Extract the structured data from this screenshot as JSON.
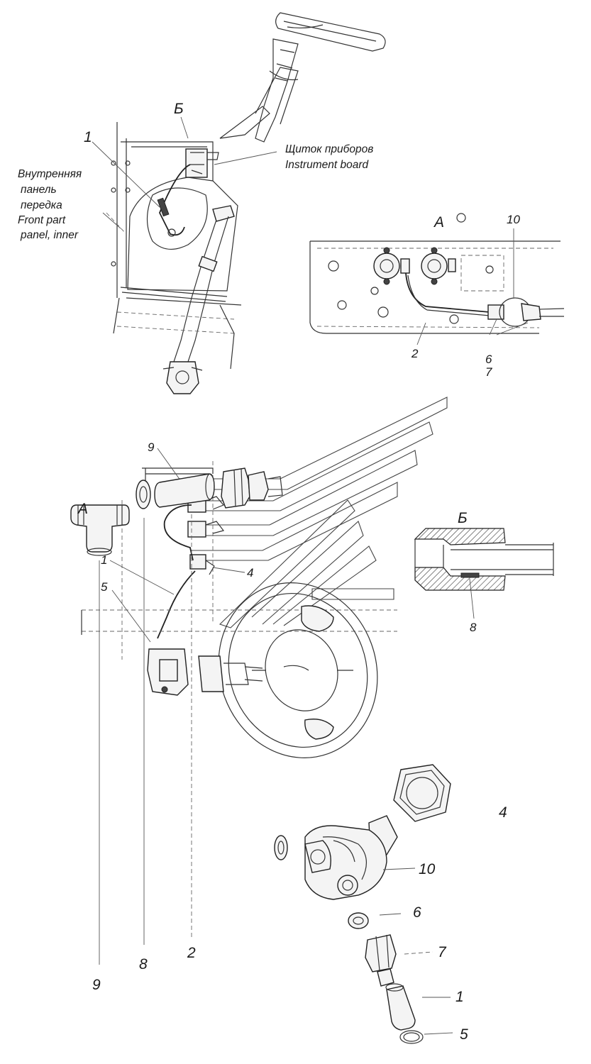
{
  "labels": {
    "view_b_top": "Б",
    "view_b_right": "Б",
    "view_a_top": "A",
    "view_a_left": "A",
    "instrument_board_ru": "Щиток приборов",
    "instrument_board_en": "Instrument board",
    "front_panel_ru_line1": "Внутренняя",
    "front_panel_ru_line2": "панель",
    "front_panel_ru_line3": "передка",
    "front_panel_en_line1": "Front part",
    "front_panel_en_line2": "panel, inner"
  },
  "callouts": {
    "top_1": "1",
    "a_10": "10",
    "a_2": "2",
    "a_6": "6",
    "a_7": "7",
    "mid_9": "9",
    "mid_1": "1",
    "mid_4": "4",
    "mid_5": "5",
    "b_8": "8",
    "ex_4": "4",
    "ex_10": "10",
    "ex_6": "6",
    "ex_7": "7",
    "ex_1": "1",
    "ex_5": "5",
    "ex_9": "9",
    "ex_8": "8",
    "ex_2": "2"
  }
}
